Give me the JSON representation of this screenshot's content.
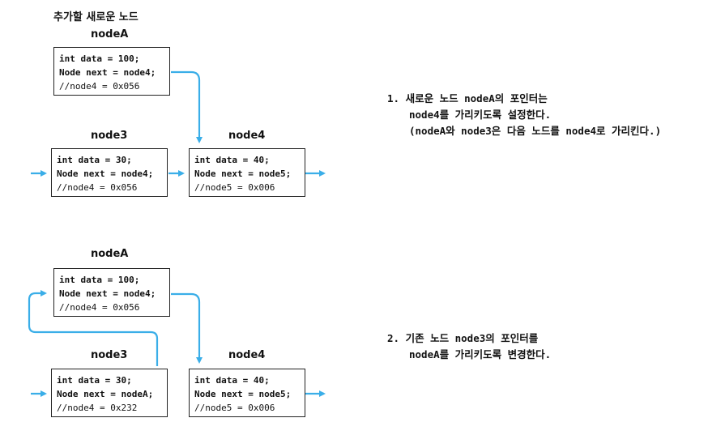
{
  "top": {
    "title": "추가할 새로운 노드",
    "nodeA": {
      "label": "nodeA",
      "line1": "int data = 100;",
      "line2": "Node next = node4;",
      "line3": "//node4 = 0x056"
    },
    "node3": {
      "label": "node3",
      "line1": "int data = 30;",
      "line2": "Node next = node4;",
      "line3": "//node4 = 0x056"
    },
    "node4": {
      "label": "node4",
      "line1": "int data = 40;",
      "line2": "Node next = node5;",
      "line3": "//node5 = 0x006"
    },
    "note": {
      "line1": "1. 새로운 노드 nodeA의 포인터는",
      "line2": "node4를 가리키도록 설정한다.",
      "line3": "(nodeA와 node3은 다음 노드를 node4로 가리킨다.)"
    }
  },
  "bottom": {
    "nodeA": {
      "label": "nodeA",
      "line1": "int data = 100;",
      "line2": "Node next = node4;",
      "line3": "//node4 = 0x056"
    },
    "node3": {
      "label": "node3",
      "line1": "int data = 30;",
      "line2": "Node next = nodeA;",
      "line3": "//node4 = 0x232"
    },
    "node4": {
      "label": "node4",
      "line1": "int data = 40;",
      "line2": "Node next = node5;",
      "line3": "//node5 = 0x006"
    },
    "note": {
      "line1": "2. 기존 노드 node3의 포인터를",
      "line2": "nodeA를 가리키도록 변경한다."
    }
  },
  "colors": {
    "arrow": "#3aaee8",
    "border": "#222222"
  }
}
